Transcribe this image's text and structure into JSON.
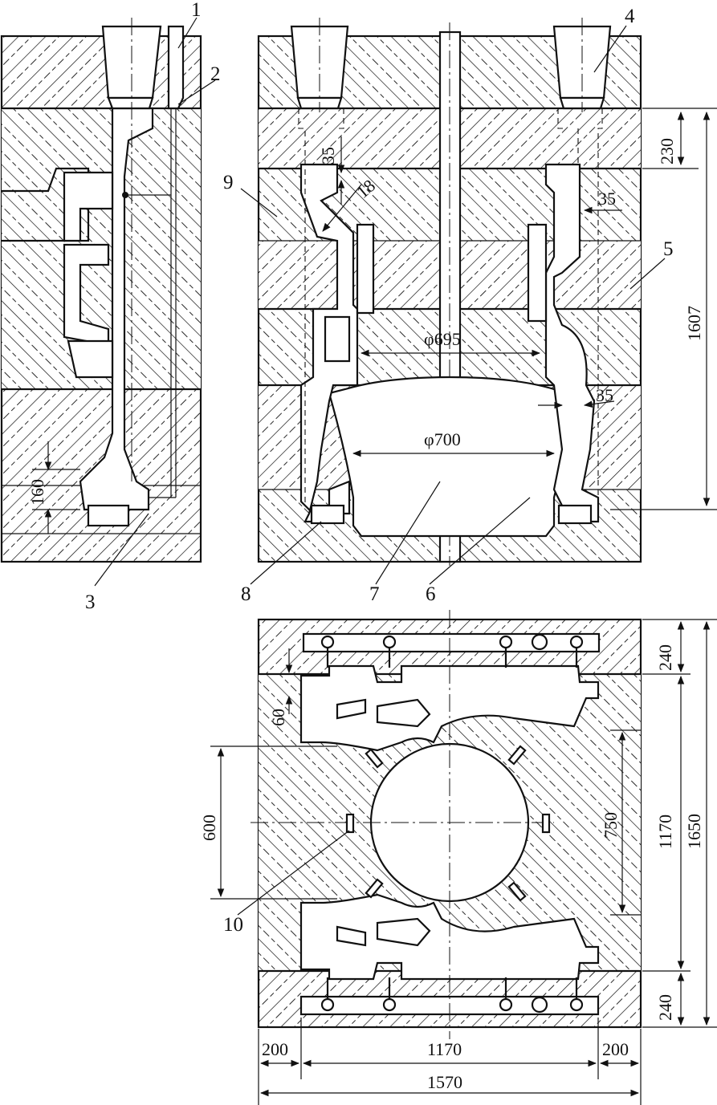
{
  "callouts": [
    "1",
    "2",
    "3",
    "4",
    "5",
    "6",
    "7",
    "8",
    "9",
    "10"
  ],
  "dimensions": {
    "d230": "230",
    "d1607": "1607",
    "d35a": "35",
    "d18": "18",
    "d35b": "35",
    "d35c": "35",
    "d695": "φ695",
    "d700": "φ700",
    "d160": "160",
    "d240top": "240",
    "d240bot": "240",
    "d1170v": "1170",
    "d1650": "1650",
    "d60": "60",
    "d600": "600",
    "d750": "750",
    "d200l": "200",
    "d1170h": "1170",
    "d200r": "200",
    "d1570": "1570"
  }
}
